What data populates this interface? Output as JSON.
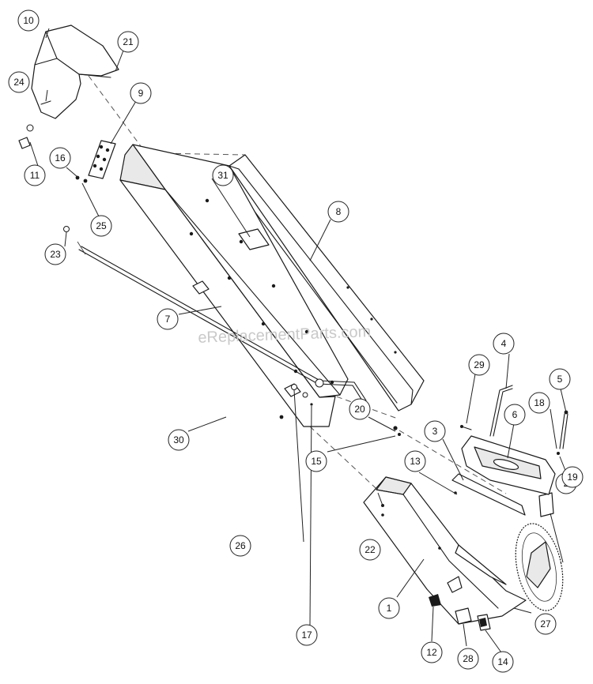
{
  "watermark": "eReplacementParts.com",
  "callouts": [
    "1",
    "2",
    "3",
    "4",
    "5",
    "6",
    "7",
    "8",
    "9",
    "10",
    "11",
    "12",
    "13",
    "14",
    "15",
    "16",
    "17",
    "18",
    "19",
    "20",
    "21",
    "22",
    "23",
    "24",
    "25",
    "26",
    "27",
    "28",
    "29",
    "30",
    "31"
  ]
}
